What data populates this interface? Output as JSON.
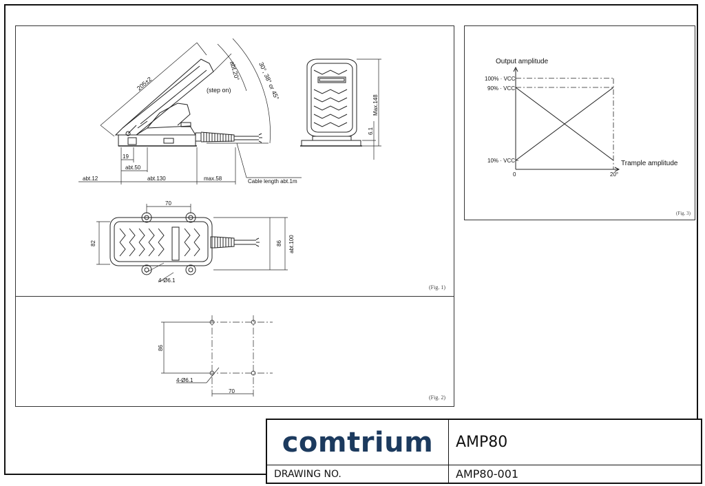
{
  "fig1": {
    "label": "(Fig. 1)",
    "side": {
      "pedal_length": "205±2",
      "angle_small": "abt.20°",
      "angle_options": "30°, 38° or 45°",
      "step_on": "(step on)",
      "dim_19": "19",
      "dim_abt50": "abt.50",
      "dim_abt12": "abt.12",
      "dim_abt130": "abt.130",
      "dim_max58": "max.58",
      "cable": "Cable length abt.1m"
    },
    "front": {
      "height": "Max.148",
      "base": "6.1"
    },
    "top": {
      "dim_70": "70",
      "dim_82": "82",
      "dim_86": "86",
      "dim_abt100": "abt.100",
      "holes": "4-Ø6.1"
    }
  },
  "fig2": {
    "label": "(Fig. 2)",
    "dim_86": "86",
    "dim_70": "70",
    "holes": "4-Ø6.1"
  },
  "fig3": {
    "label": "(Fig. 3)",
    "chart_data": {
      "type": "line",
      "title": "",
      "ylabel": "Output amplitude",
      "xlabel": "Trample amplitude",
      "x_ticks": [
        "0",
        "20°"
      ],
      "y_ticks": [
        "10% · VCC",
        "90% · VCC",
        "100% · VCC"
      ],
      "xlim": [
        0,
        20
      ],
      "ylim": [
        0,
        100
      ],
      "series": [
        {
          "values": [
            [
              0,
              10
            ],
            [
              20,
              90
            ]
          ]
        },
        {
          "values": [
            [
              0,
              90
            ],
            [
              20,
              10
            ]
          ]
        }
      ],
      "reference_lines": [
        100,
        90,
        10
      ]
    }
  },
  "title_block": {
    "logo": "comtrium",
    "model": "AMP80",
    "drawing_no_label": "DRAWING NO.",
    "drawing_no": "AMP80-001"
  }
}
